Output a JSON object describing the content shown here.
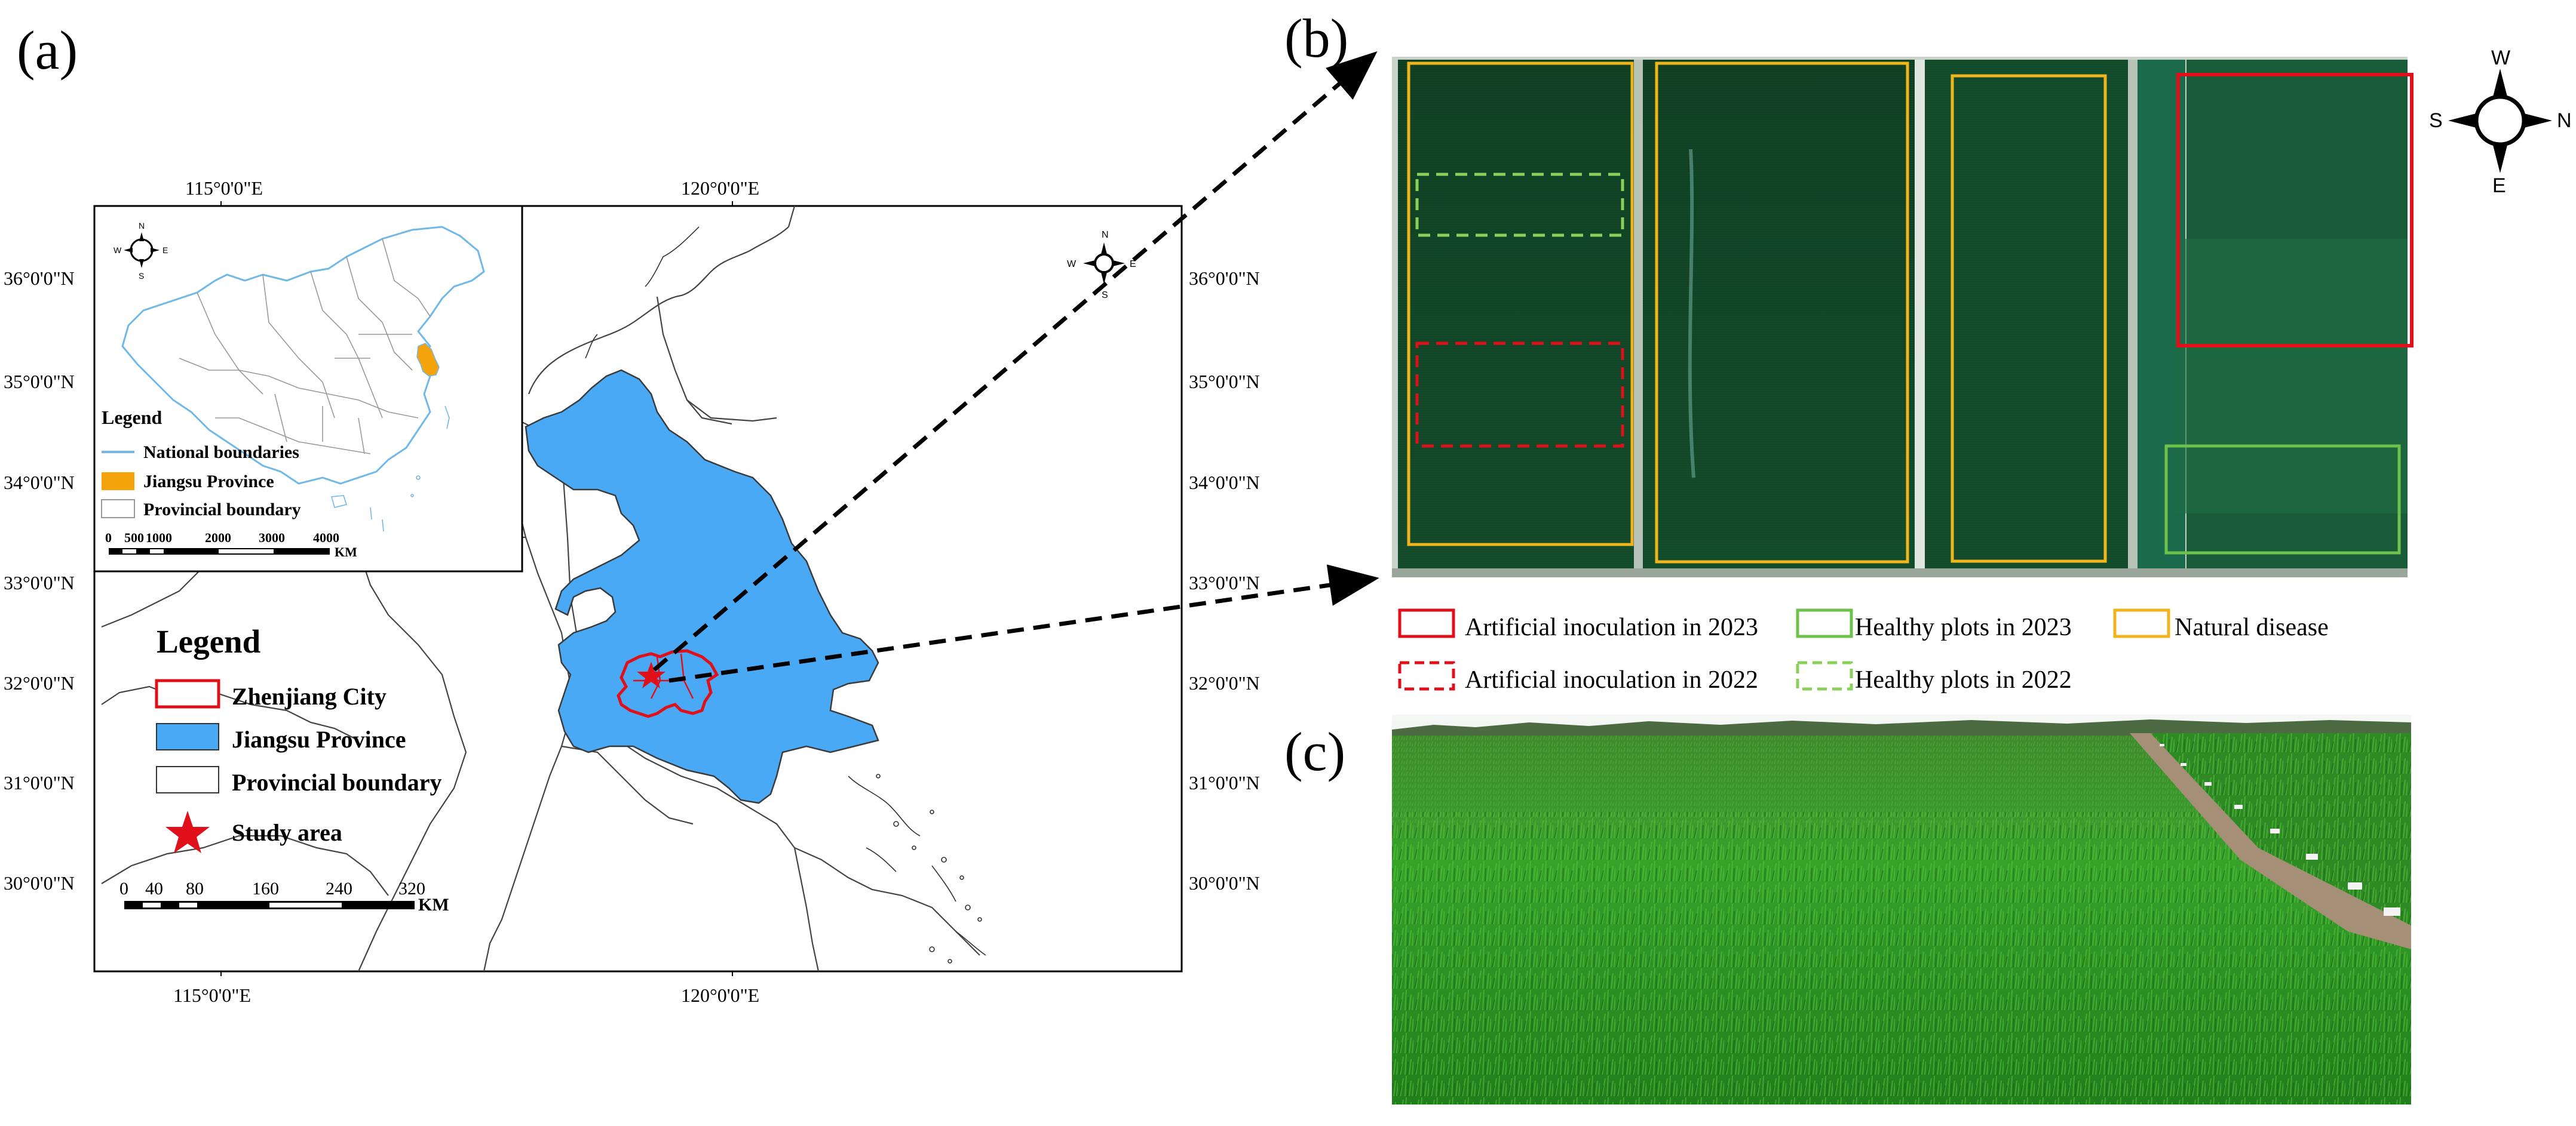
{
  "panels": {
    "a_label": "(a)",
    "b_label": "(b)",
    "c_label": "(c)"
  },
  "map": {
    "lon_labels": [
      "115°0'0\"E",
      "120°0'0\"E"
    ],
    "lat_labels": [
      "36°0'0\"N",
      "35°0'0\"N",
      "34°0'0\"N",
      "33°0'0\"N",
      "32°0'0\"N",
      "31°0'0\"N",
      "30°0'0\"N"
    ],
    "legend": {
      "title": "Legend",
      "items": [
        {
          "label": "Zhenjiang City",
          "color": "#e0101a"
        },
        {
          "label": "Jiangsu Province",
          "color": "#4aa9f5"
        },
        {
          "label": "Provincial boundary",
          "color": "#ffffff"
        },
        {
          "label": "Study area",
          "color": "#e0101a"
        }
      ]
    },
    "scale": {
      "ticks": [
        "0",
        "40",
        "80",
        "160",
        "240",
        "320"
      ],
      "unit": "KM"
    },
    "inset": {
      "legend_title": "Legend",
      "items": [
        {
          "label": "National boundaries",
          "color": "#6fb8e8"
        },
        {
          "label": "Jiangsu Province",
          "color": "#f5a30a"
        },
        {
          "label": "Provincial boundary",
          "color": "#ffffff"
        }
      ],
      "scale_ticks": [
        "0",
        "500",
        "1000",
        "2000",
        "3000",
        "4000"
      ],
      "scale_unit": "KM"
    },
    "compass": {
      "n": "N",
      "s": "S",
      "e": "E",
      "w": "W"
    }
  },
  "compass_b": {
    "n": "N",
    "s": "S",
    "e": "E",
    "w": "W"
  },
  "legend_b": {
    "items": [
      {
        "label": "Artificial inoculation in 2023",
        "color": "#e0101a",
        "style": "solid"
      },
      {
        "label": "Healthy plots in 2023",
        "color": "#6cc24a",
        "style": "solid"
      },
      {
        "label": "Natural disease",
        "color": "#f0b41c",
        "style": "solid"
      },
      {
        "label": "Artificial inoculation in 2022",
        "color": "#e0101a",
        "style": "dashed"
      },
      {
        "label": "Healthy plots in 2022",
        "color": "#6cc24a",
        "style": "dashed"
      }
    ]
  }
}
